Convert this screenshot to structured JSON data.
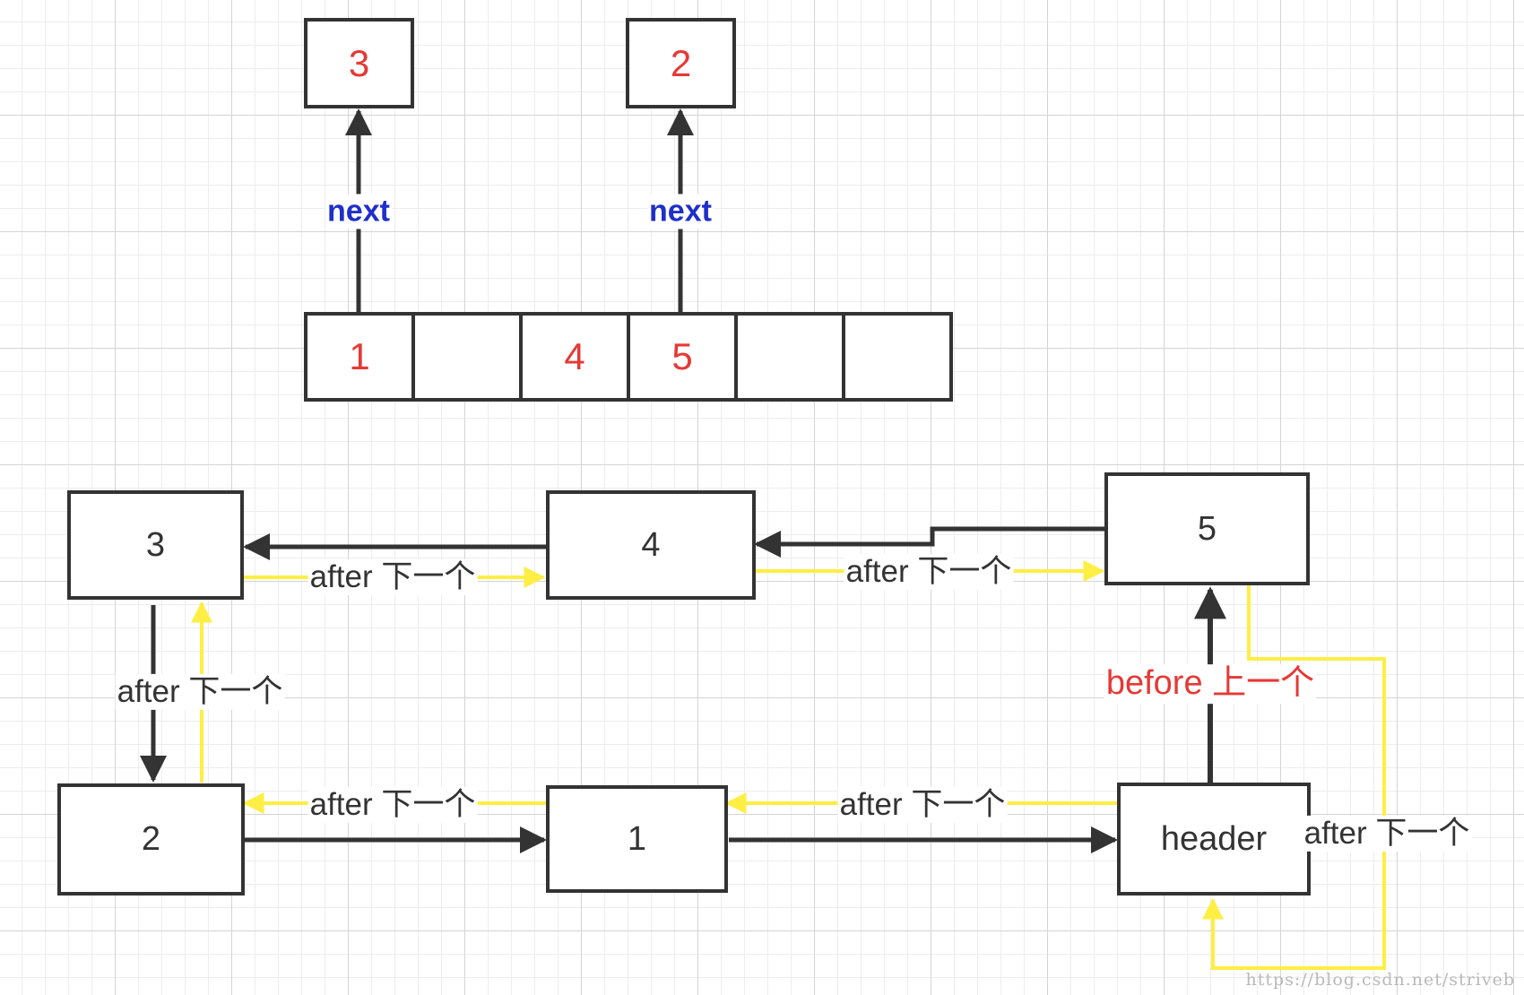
{
  "bucket_targets": [
    {
      "id": "bt1",
      "label": "3"
    },
    {
      "id": "bt2",
      "label": "2"
    }
  ],
  "bucket_array": [
    "1",
    "",
    "4",
    "5",
    "",
    ""
  ],
  "nodes": [
    {
      "id": "n3",
      "label": "3"
    },
    {
      "id": "n4",
      "label": "4"
    },
    {
      "id": "n5",
      "label": "5"
    },
    {
      "id": "n2",
      "label": "2"
    },
    {
      "id": "n1",
      "label": "1"
    },
    {
      "id": "header",
      "label": "header"
    }
  ],
  "labels": {
    "next": "next",
    "after": "after 下一个",
    "before": "before 上一个"
  },
  "colors": {
    "line": "#333333",
    "after_link": "#ffee44",
    "before_label": "#e53935",
    "next_label": "#1f2fc9",
    "cell_text": "#e53935"
  },
  "watermark": "https://blog.csdn.net/striveb"
}
